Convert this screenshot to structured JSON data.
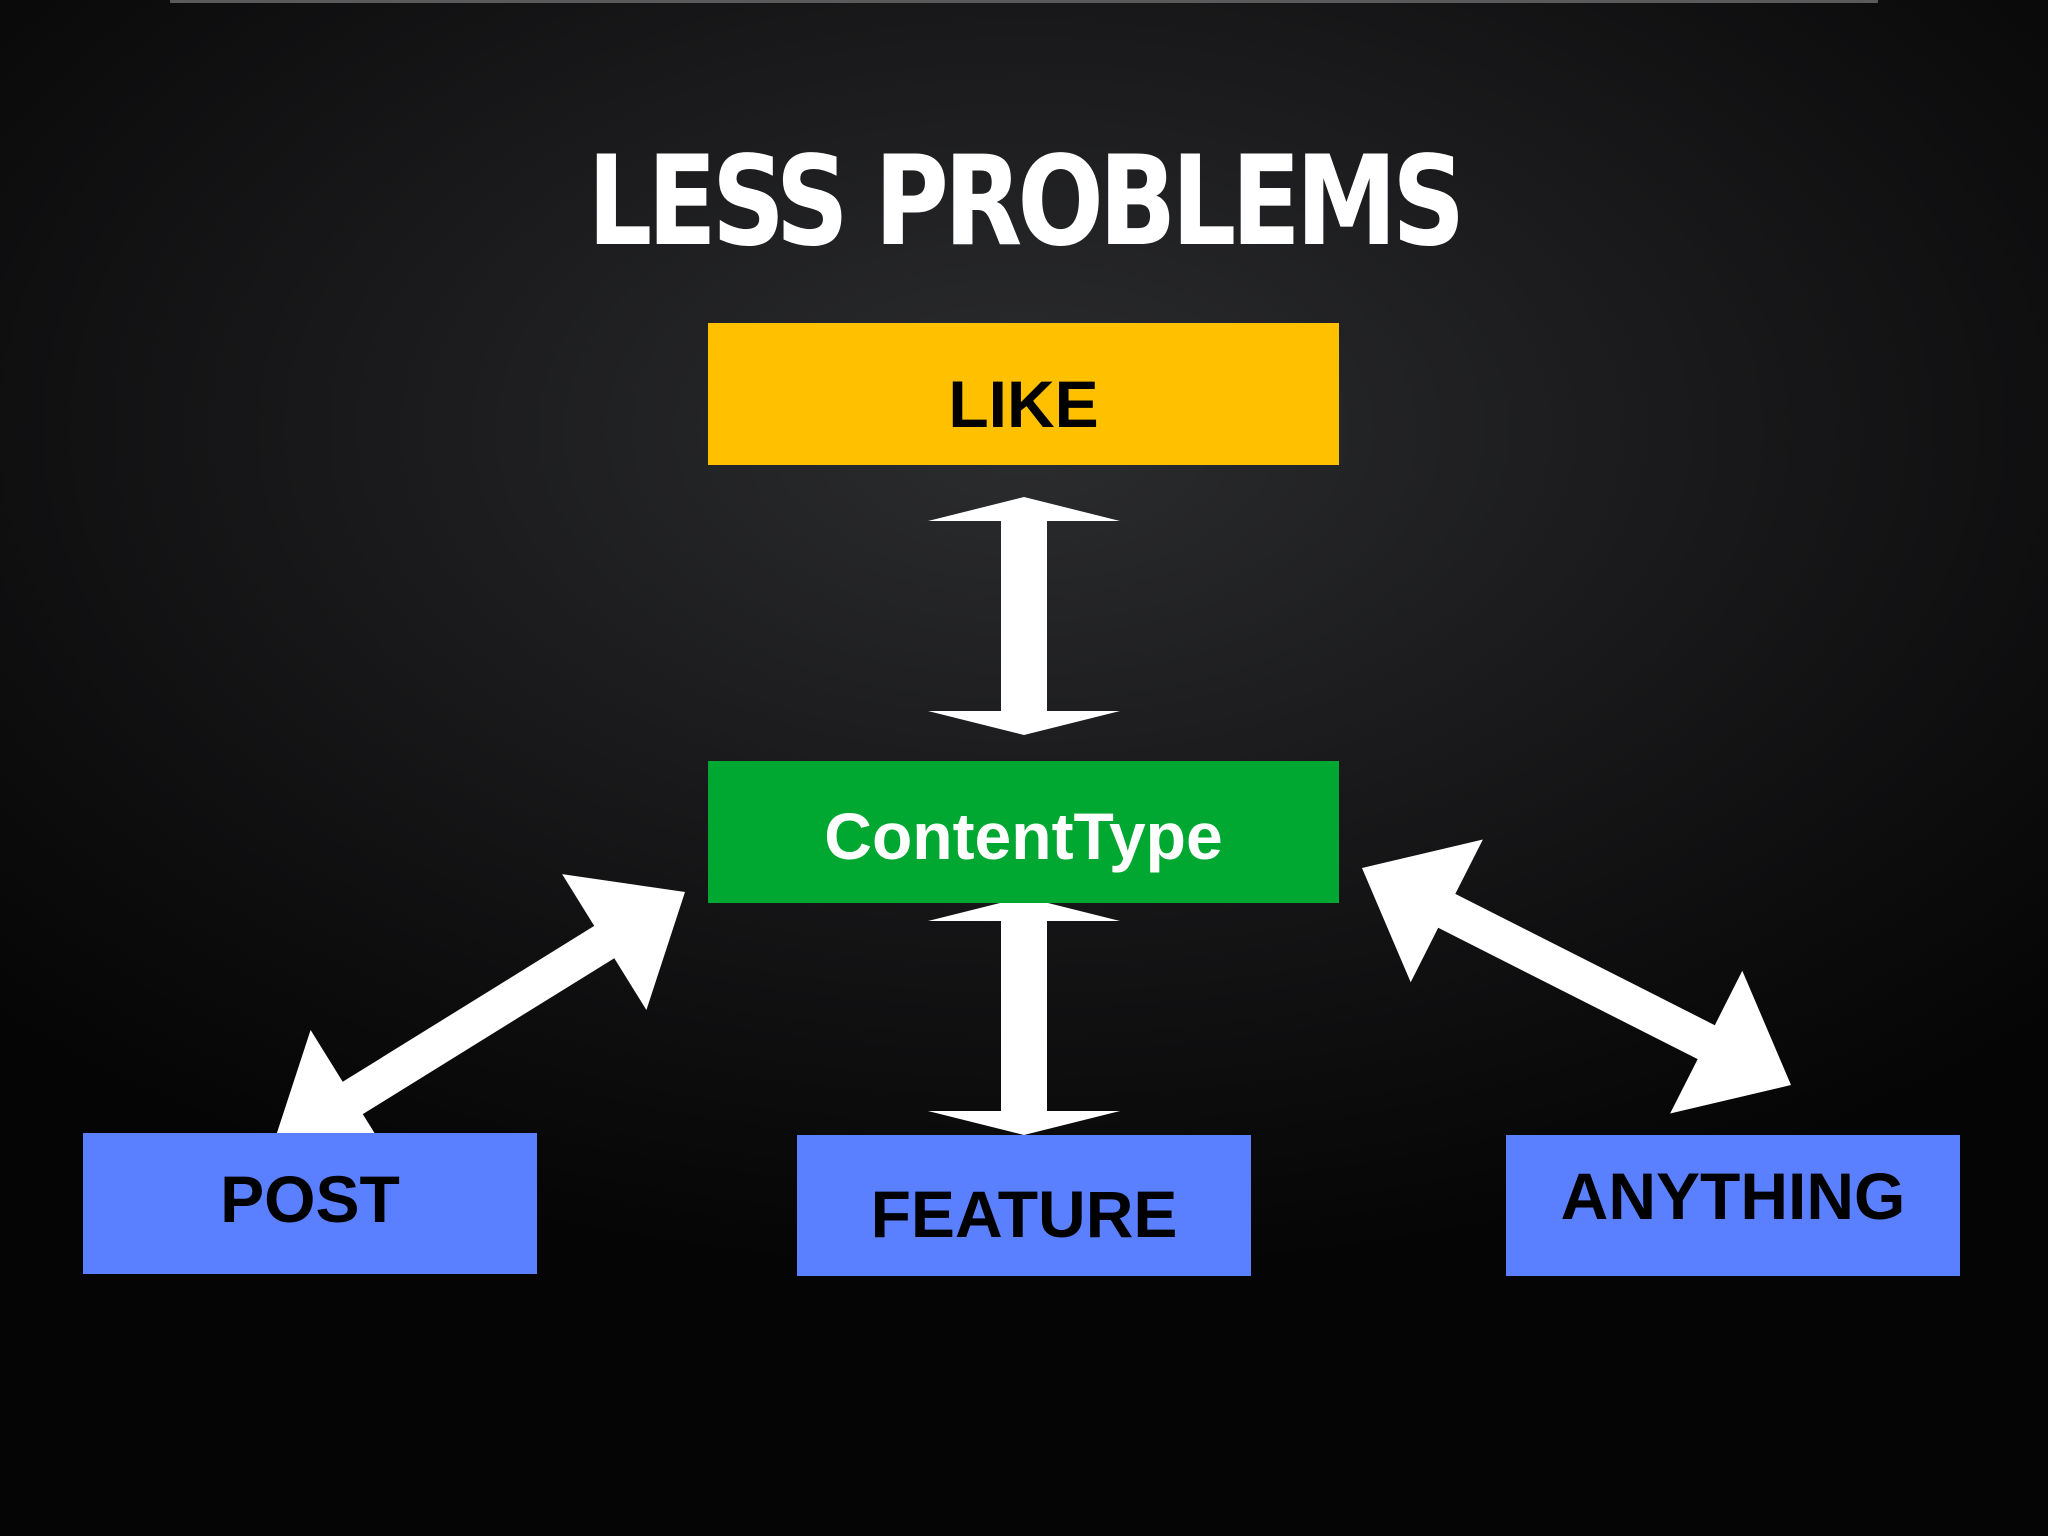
{
  "title": "LESS PROBLEMS",
  "nodes": {
    "like": {
      "label": "LIKE",
      "fill": "#FFC000",
      "text_color": "#000000"
    },
    "content_type": {
      "label": "ContentType",
      "fill": "#00A832",
      "text_color": "#FFFFFF"
    },
    "post": {
      "label": "POST",
      "fill": "#5B80FF",
      "text_color": "#000000"
    },
    "feature": {
      "label": "FEATURE",
      "fill": "#5B80FF",
      "text_color": "#000000"
    },
    "anything": {
      "label": "ANYTHING",
      "fill": "#5B80FF",
      "text_color": "#000000"
    }
  },
  "edges": [
    {
      "from": "like",
      "to": "content_type",
      "style": "double-arrow"
    },
    {
      "from": "content_type",
      "to": "post",
      "style": "double-arrow"
    },
    {
      "from": "content_type",
      "to": "feature",
      "style": "double-arrow"
    },
    {
      "from": "content_type",
      "to": "anything",
      "style": "double-arrow"
    }
  ],
  "colors": {
    "background": "#111112",
    "title": "#FFFFFF",
    "arrow": "#FFFFFF"
  }
}
